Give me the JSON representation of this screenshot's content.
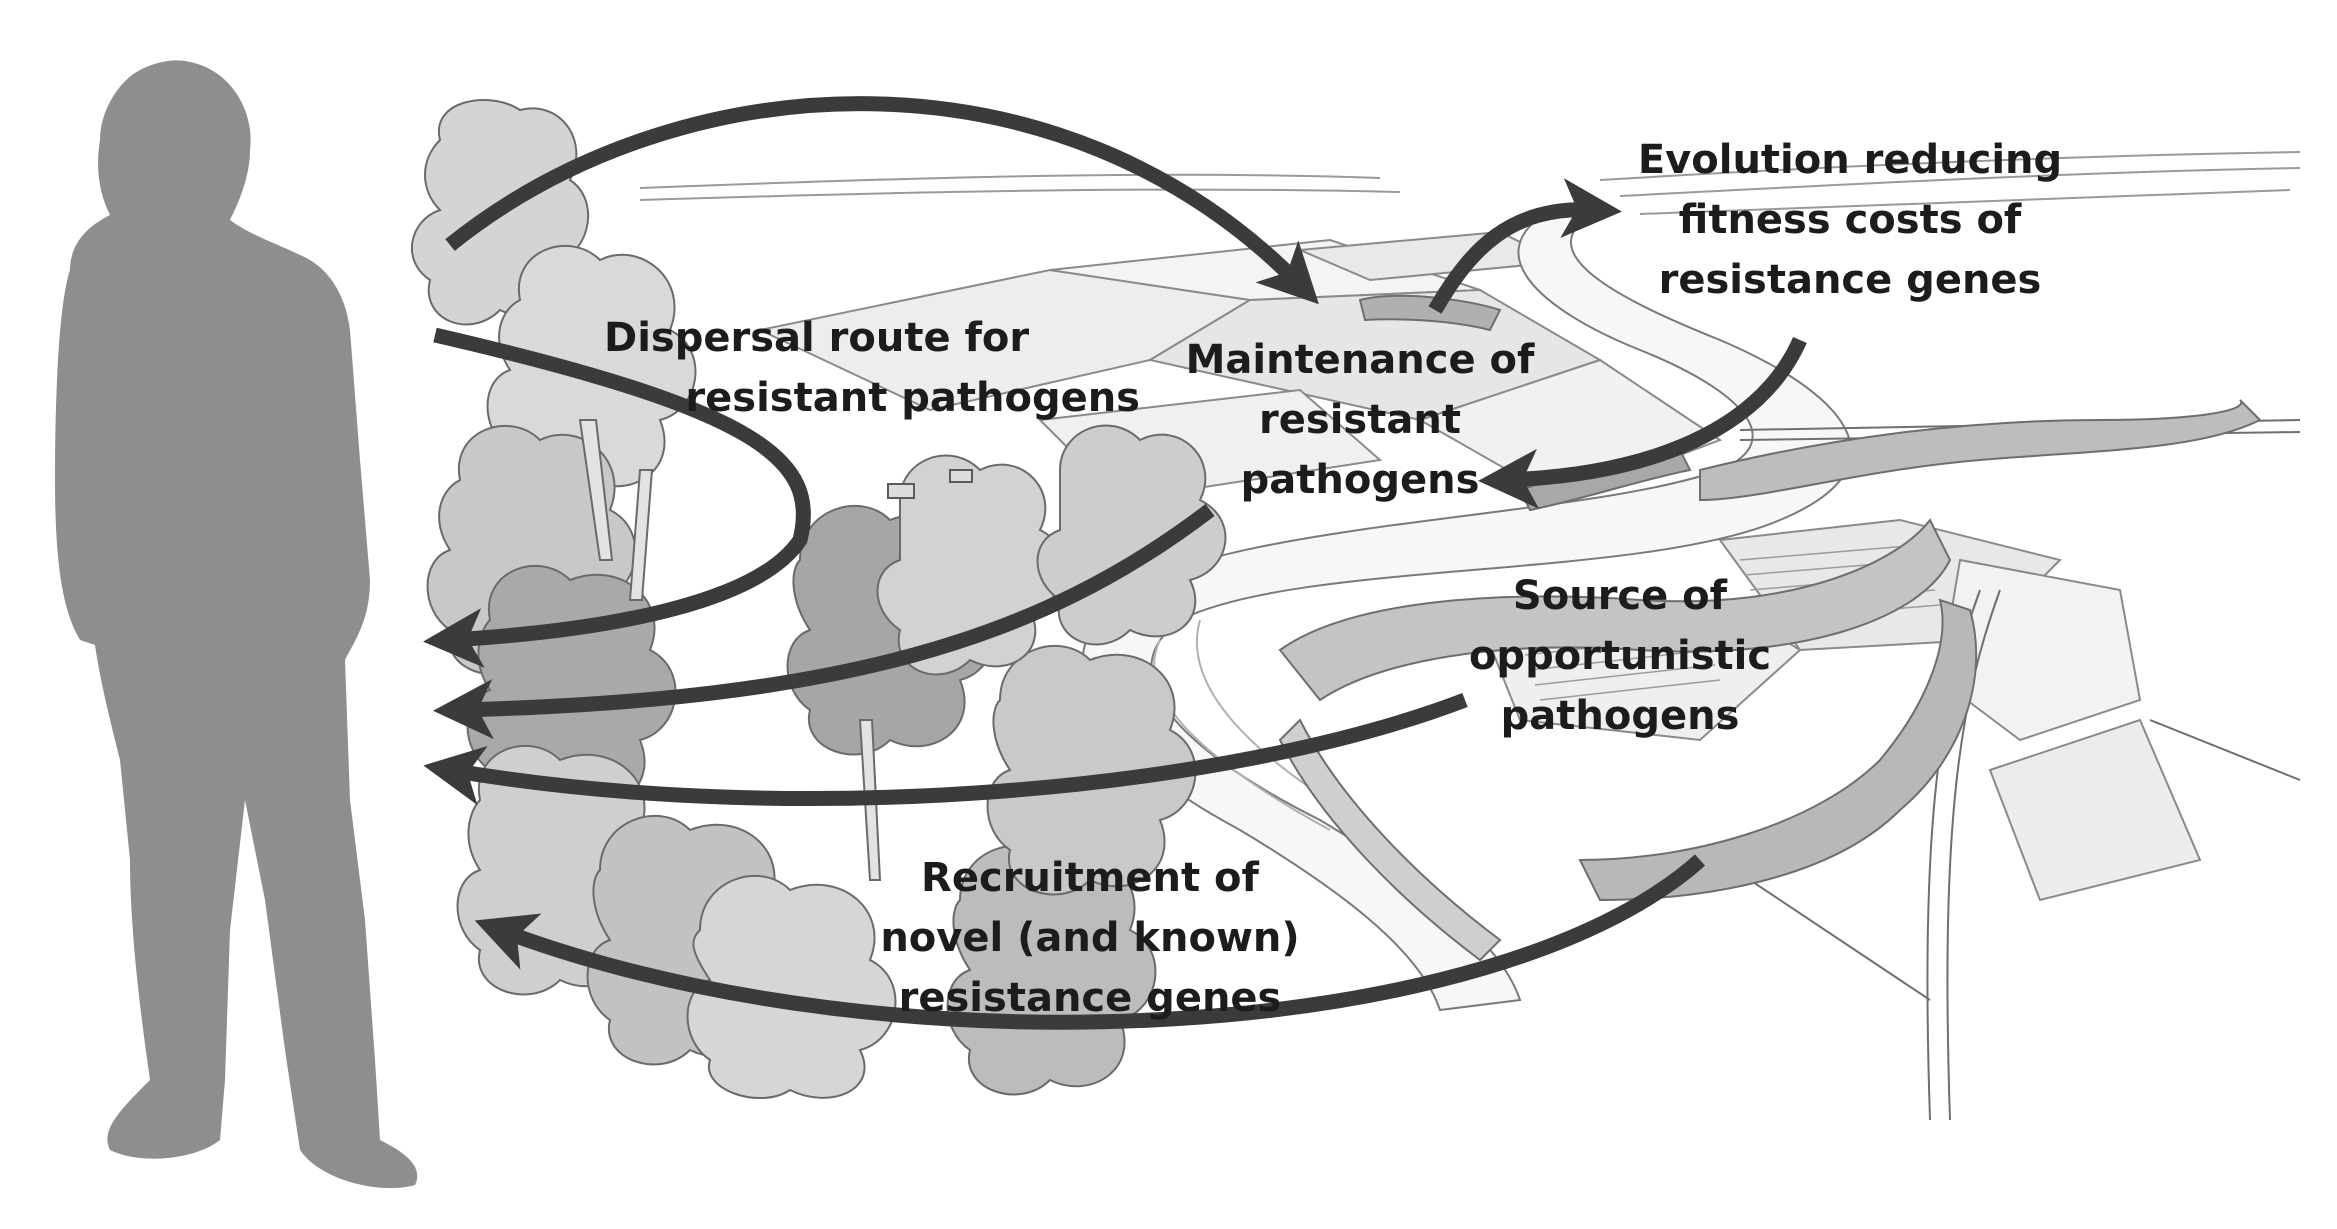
{
  "labels": {
    "dispersal": [
      "Dispersal route for",
      "resistant pathogens"
    ],
    "maintenance": [
      "Maintenance of",
      "resistant",
      "pathogens"
    ],
    "evolution": [
      "Evolution reducing",
      "fitness costs of",
      "resistance genes"
    ],
    "source": [
      "Source of",
      "opportunistic",
      "pathogens"
    ],
    "recruitment": [
      "Recruitment of",
      "novel (and known)",
      "resistance genes"
    ]
  },
  "colors": {
    "arrow": "#3b3b3b",
    "person": "#8e8e8e",
    "tree_light": "#d9d9d9",
    "tree_mid": "#c4c4c4",
    "tree_dark": "#a8a8a8",
    "field": "#ededed",
    "river": "#f7f7f7",
    "line": "#7a7a7a"
  },
  "icons": {
    "person": "person-silhouette-icon",
    "landscape": "river-landscape-illustration"
  }
}
